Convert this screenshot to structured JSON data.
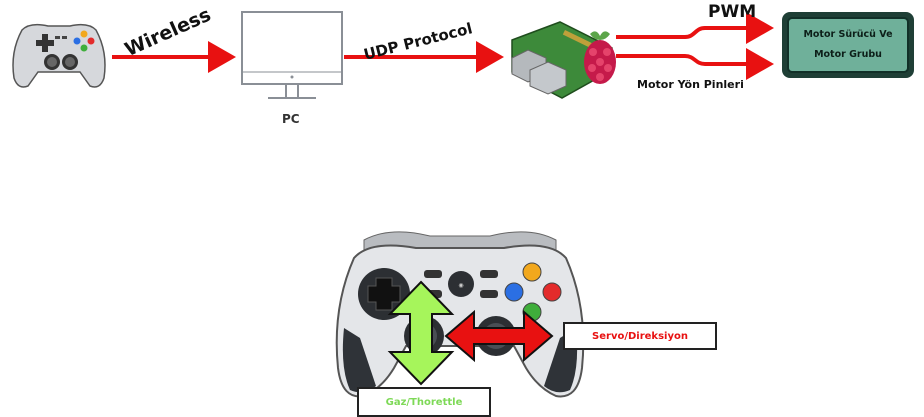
{
  "top_flow": {
    "wireless_label": "Wireless",
    "udp_label": "UDP Protocol",
    "pc_label": "PC",
    "pwm_label": "PWM",
    "pins_label": "Motor Yön Pinleri",
    "driver_line1": "Motor Sürücü Ve",
    "driver_line2": "Motor Grubu"
  },
  "controller_controls": {
    "servo_label": "Servo/Direksiyon",
    "gas_label": "Gaz/Thorettle"
  },
  "colors": {
    "arrow_red": "#e81111",
    "throttle_green": "#a6f55b",
    "driver_fill": "#6fb09a",
    "driver_border": "#1f3f36"
  }
}
